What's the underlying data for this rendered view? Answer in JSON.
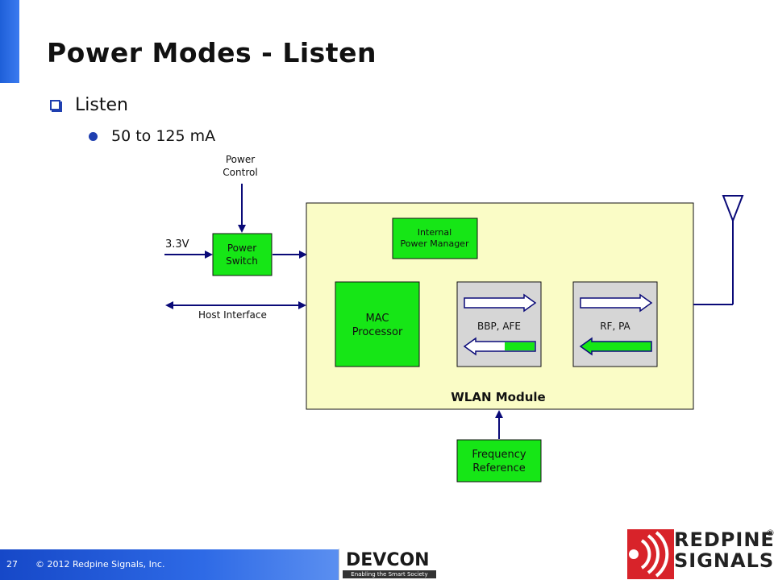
{
  "slide": {
    "title": "Power Modes - Listen",
    "bullet_level1": "Listen",
    "bullet_level2": "50 to 125 mA"
  },
  "diagram": {
    "power_control_label_line1": "Power",
    "power_control_label_line2": "Control",
    "input_voltage_label": "3.3V",
    "power_switch_line1": "Power",
    "power_switch_line2": "Switch",
    "host_interface_label": "Host Interface",
    "internal_pm_line1": "Internal",
    "internal_pm_line2": "Power Manager",
    "mac_line1": "MAC",
    "mac_line2": "Processor",
    "bbp_label": "BBP, AFE",
    "rf_label": "RF, PA",
    "module_label": "WLAN Module",
    "freq_ref_line1": "Frequency",
    "freq_ref_line2": "Reference",
    "colors": {
      "module_fill": "#fafcc6",
      "block_green": "#16e616",
      "gray_block": "#d6d6d6",
      "arrow_navy": "#0a0a78",
      "accent_blue": "#1f3fb0"
    }
  },
  "footer": {
    "page_number": "27",
    "copyright": "© 2012 Redpine Signals, Inc.",
    "devcon_name": "DEVCON",
    "devcon_tagline": "Enabling the Smart Society",
    "redpine_line1": "REDPINE",
    "redpine_line2": "SIGNALS",
    "redpine_reg": "®"
  }
}
